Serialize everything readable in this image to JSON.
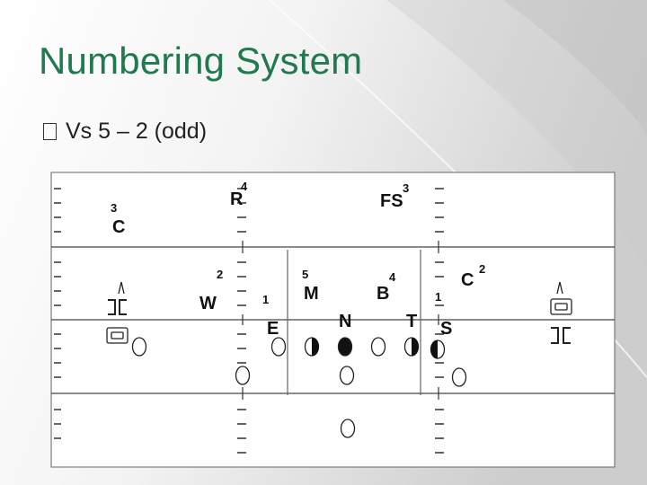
{
  "slide": {
    "title": "Numbering System",
    "bullet": "Vs 5 – 2 (odd)"
  },
  "diagram": {
    "defenders": [
      {
        "id": "c-left",
        "letter": "C",
        "number": "3"
      },
      {
        "id": "r",
        "letter": "R",
        "number": "4"
      },
      {
        "id": "fs",
        "letter": "FS",
        "number": "3"
      },
      {
        "id": "w",
        "letter": "W",
        "number": "2"
      },
      {
        "id": "e",
        "letter": "E",
        "number": "1"
      },
      {
        "id": "m",
        "letter": "M",
        "number": "5"
      },
      {
        "id": "n",
        "letter": "N",
        "number": ""
      },
      {
        "id": "b",
        "letter": "B",
        "number": "4"
      },
      {
        "id": "t",
        "letter": "T",
        "number": ""
      },
      {
        "id": "c-right",
        "letter": "C",
        "number": "2"
      },
      {
        "id": "s",
        "letter": "S",
        "number": "1"
      }
    ],
    "colors": {
      "field_line": "#444444",
      "title": "#1f7a4d",
      "background_light": "#ffffff",
      "background_dark": "#cfcfcf"
    }
  }
}
